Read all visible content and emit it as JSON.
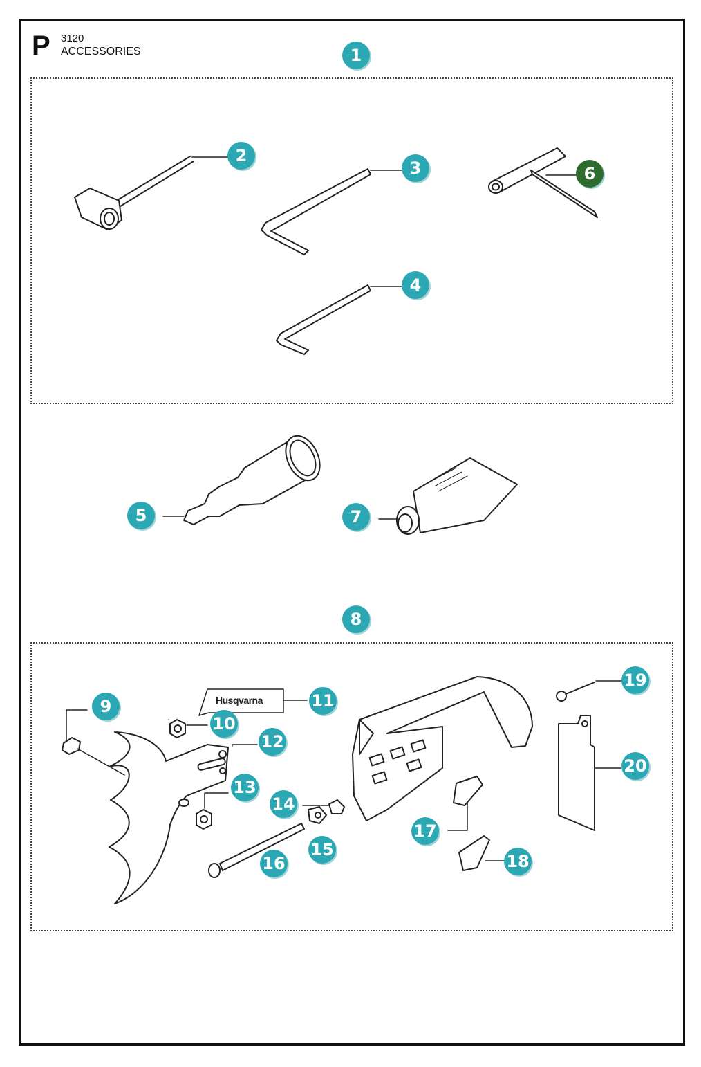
{
  "header": {
    "letter": "P",
    "code": "3120",
    "title": "ACCESSORIES"
  },
  "colors": {
    "callout": "#2ba8b3",
    "callout_highlight": "#2e6b2f",
    "line": "#222222"
  },
  "callouts": [
    {
      "label": "1",
      "highlight": false
    },
    {
      "label": "2",
      "highlight": false
    },
    {
      "label": "3",
      "highlight": false
    },
    {
      "label": "4",
      "highlight": false
    },
    {
      "label": "5",
      "highlight": false
    },
    {
      "label": "6",
      "highlight": true
    },
    {
      "label": "7",
      "highlight": false
    },
    {
      "label": "8",
      "highlight": false
    },
    {
      "label": "9",
      "highlight": false
    },
    {
      "label": "10",
      "highlight": false
    },
    {
      "label": "11",
      "highlight": false
    },
    {
      "label": "12",
      "highlight": false
    },
    {
      "label": "13",
      "highlight": false
    },
    {
      "label": "14",
      "highlight": false
    },
    {
      "label": "15",
      "highlight": false
    },
    {
      "label": "16",
      "highlight": false
    },
    {
      "label": "17",
      "highlight": false
    },
    {
      "label": "18",
      "highlight": false
    },
    {
      "label": "19",
      "highlight": false
    },
    {
      "label": "20",
      "highlight": false
    }
  ],
  "decal_text": "Husqvarna"
}
